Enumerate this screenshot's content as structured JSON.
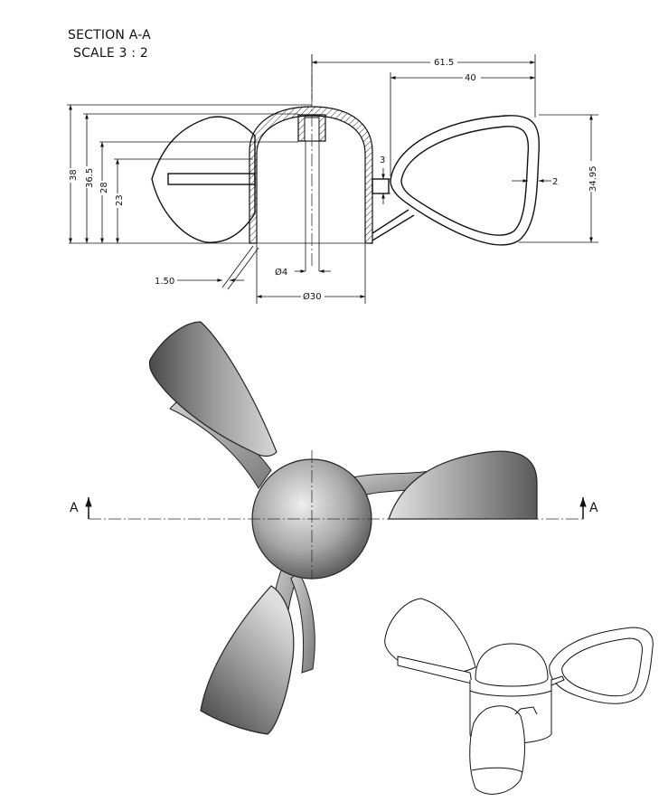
{
  "section": {
    "title": "SECTION A-A",
    "scale": "SCALE 3 : 2"
  },
  "dimensions": {
    "d_61_5": "61.5",
    "d_40": "40",
    "d_38": "38",
    "d_36_5": "36.5",
    "d_28": "28",
    "d_23": "23",
    "d_3": "3",
    "d_2": "2",
    "d_34_95": "34.95",
    "d_1_50": "1.50",
    "d_dia4": "Ø4",
    "d_dia30": "Ø30"
  },
  "section_markers": {
    "left": "A",
    "right": "A"
  },
  "colors": {
    "line": "#111111",
    "shade_dark": "#3c3c3c",
    "shade_light": "#e6e6e6"
  }
}
